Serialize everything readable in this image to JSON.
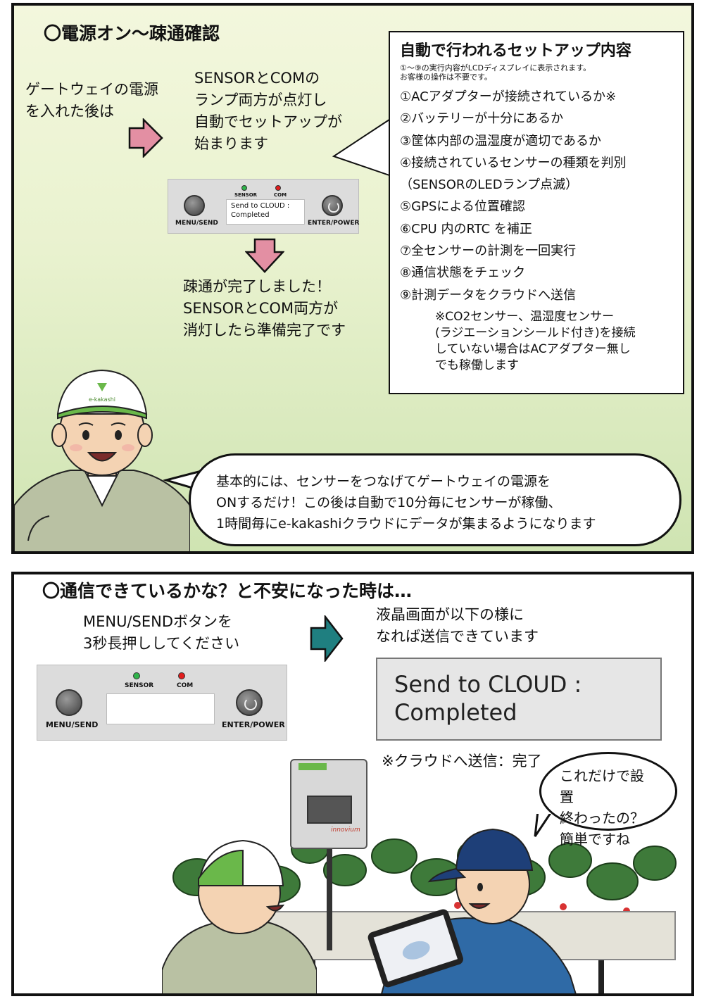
{
  "panel1": {
    "title": "〇電源オン～疎通確認",
    "intro_left": [
      "ゲートウェイの電源",
      "を入れた後は"
    ],
    "intro_right": [
      "SENSORとCOMの",
      "ランプ両方が点灯し",
      "自動でセットアップが",
      "始まります"
    ],
    "device": {
      "menu_label": "MENU/SEND",
      "power_label": "ENTER/POWER",
      "sensor_label": "SENSOR",
      "com_label": "COM",
      "screen_lines": [
        "Send to CLOUD :",
        "Completed"
      ]
    },
    "done_text": [
      "疎通が完了しました！",
      "SENSORとCOM両方が",
      "消灯したら準備完了です"
    ],
    "setup_box": {
      "title": "自動で行われるセットアップ内容",
      "note": [
        "①～⑨の実行内容がLCDディスプレイに表示されます。",
        "お客様の操作は不要です。"
      ],
      "steps": [
        "①ACアダプターが接続されているか※",
        "②バッテリーが十分にあるか",
        "③筐体内部の温湿度が適切であるか",
        "④接続されているセンサーの種類を判別",
        "（SENSORのLEDランプ点滅）",
        "⑤GPSによる位置確認",
        "⑥CPU 内のRTC を補正",
        "⑦全センサーの計測を一回実行",
        "⑧通信状態をチェック",
        "⑨計測データをクラウドへ送信"
      ],
      "footnote": [
        "※CO2センサー、温湿度センサー",
        "(ラジエーションシールド付き)を接続",
        "していない場合はACアダプター無し",
        "でも稼働します"
      ]
    },
    "speech": [
      "基本的には、センサーをつなげてゲートウェイの電源を",
      "ONするだけ！この後は自動で10分毎にセンサーが稼働、",
      "1時間毎にe-kakashiクラウドにデータが集まるようになります"
    ],
    "cap_logo": "e-kakashi"
  },
  "panel2": {
    "title": "〇通信できているかな？と不安になった時は…",
    "instruction": [
      "MENU/SENDボタンを",
      "3秒長押ししてください"
    ],
    "result_text": [
      "液晶画面が以下の様に",
      "なれば送信できています"
    ],
    "lcd_lines": [
      "Send to CLOUD :",
      "Completed"
    ],
    "lcd_note": "※クラウドへ送信：完了",
    "device": {
      "menu_label": "MENU/SEND",
      "power_label": "ENTER/POWER",
      "sensor_label": "SENSOR",
      "com_label": "COM"
    },
    "speech": [
      "これだけで設置",
      "終わったの？",
      "簡単ですね"
    ],
    "gateway_brand": "innovium"
  },
  "colors": {
    "arrow_pink": "#e38fa3",
    "arrow_teal": "#1f7f80",
    "led_green": "#2fb34a",
    "led_red": "#e21d1d",
    "cap_green": "#6ab84a",
    "cap_navy": "#1e3f78"
  }
}
